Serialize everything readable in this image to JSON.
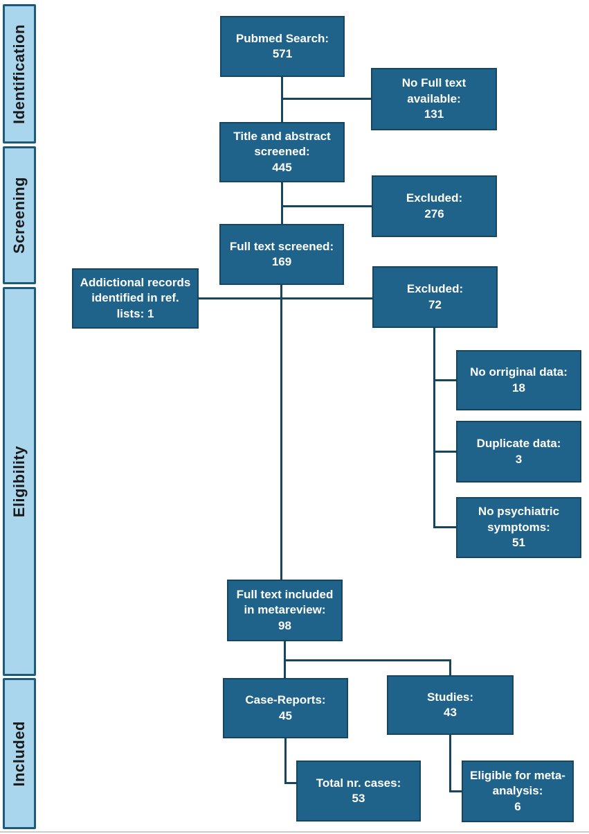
{
  "figure": {
    "title": "PRISMA-style study selection flow diagram",
    "colors": {
      "box_fill": "#20638a",
      "box_border": "#16455f",
      "box_text": "#ffffff",
      "connector": "#16455f",
      "sidebar_fill": "#a9d6ec",
      "sidebar_border": "#1d5a7a",
      "sidebar_text": "#1a1a1a",
      "background": "#ffffff"
    }
  },
  "sidebar": {
    "stages": [
      {
        "id": "identification",
        "label": "Identification"
      },
      {
        "id": "screening",
        "label": "Screening"
      },
      {
        "id": "eligibility",
        "label": "Eligibility"
      },
      {
        "id": "included",
        "label": "Included"
      }
    ]
  },
  "nodes": {
    "pubmed": {
      "label": "Pubmed Search:\n571",
      "value": 571
    },
    "no_full_text": {
      "label": "No Full text\navailable:\n131",
      "value": 131
    },
    "title_abstract": {
      "label": "Title and abstract\nscreened:\n445",
      "value": 445
    },
    "excluded_276": {
      "label": "Excluded:\n276",
      "value": 276
    },
    "full_text_screened": {
      "label": "Full text screened:\n169",
      "value": 169
    },
    "additional_records": {
      "label": "Addictional records\nidentified in ref.\nlists: 1",
      "value": 1
    },
    "excluded_72": {
      "label": "Excluded:\n72",
      "value": 72
    },
    "no_original_data": {
      "label": "No orriginal data:\n18",
      "value": 18
    },
    "duplicate_data": {
      "label": "Duplicate data:\n3",
      "value": 3
    },
    "no_psychiatric": {
      "label": "No psychiatric\nsymptoms:\n51",
      "value": 51
    },
    "full_text_included": {
      "label": "Full text included\nin metareview:\n98",
      "value": 98
    },
    "case_reports": {
      "label": "Case-Reports:\n45",
      "value": 45
    },
    "studies": {
      "label": "Studies:\n43",
      "value": 43
    },
    "total_cases": {
      "label": "Total nr. cases:\n53",
      "value": 53
    },
    "eligible_meta": {
      "label": "Eligible for meta-\nanalysis:\n6",
      "value": 6
    }
  },
  "edges": [
    {
      "from": "pubmed",
      "to": "title_abstract"
    },
    {
      "from": "pubmed",
      "to": "no_full_text"
    },
    {
      "from": "title_abstract",
      "to": "full_text_screened"
    },
    {
      "from": "title_abstract",
      "to": "excluded_276"
    },
    {
      "from": "full_text_screened",
      "to": "full_text_included"
    },
    {
      "from": "full_text_screened",
      "to": "excluded_72"
    },
    {
      "from": "additional_records",
      "to": "full_text_included"
    },
    {
      "from": "excluded_72",
      "to": "no_original_data"
    },
    {
      "from": "excluded_72",
      "to": "duplicate_data"
    },
    {
      "from": "excluded_72",
      "to": "no_psychiatric"
    },
    {
      "from": "full_text_included",
      "to": "case_reports"
    },
    {
      "from": "full_text_included",
      "to": "studies"
    },
    {
      "from": "case_reports",
      "to": "total_cases"
    },
    {
      "from": "studies",
      "to": "eligible_meta"
    }
  ]
}
